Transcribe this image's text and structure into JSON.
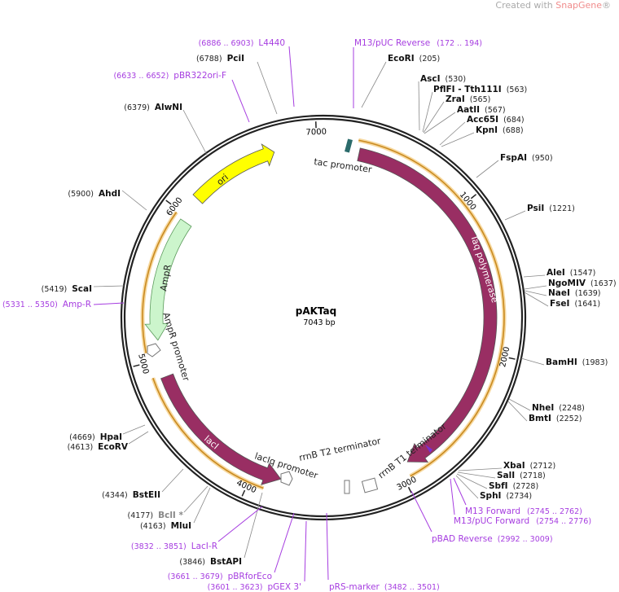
{
  "credit": {
    "prefix": "Created with ",
    "brand": "SnapGene",
    "suffix": "®"
  },
  "plasmid": {
    "name": "pAKTaq",
    "length_label": "7043 bp",
    "length": 7043
  },
  "ticks": [
    1000,
    2000,
    3000,
    4000,
    5000,
    6000,
    7000
  ],
  "features": [
    {
      "name": "Taq polymerase",
      "start": 240,
      "end": 2930,
      "dir": 1,
      "color": "#992e63",
      "kind": "cds"
    },
    {
      "name": "lacI",
      "start": 3810,
      "end": 4880,
      "dir": -1,
      "color": "#992e63",
      "kind": "cds"
    },
    {
      "name": "AmpR",
      "start": 5130,
      "end": 5960,
      "dir": -1,
      "color": "#ccf5cc",
      "kind": "cds"
    },
    {
      "name": "ori",
      "start": 6130,
      "end": 6720,
      "dir": 1,
      "color": "#ffff00",
      "kind": "ori"
    }
  ],
  "feature_labels": {
    "taq": "Taq polymerase",
    "laci": "lacI",
    "ampr": "AmpR",
    "ori": "ori",
    "tac": "tac promoter",
    "ampr_promoter": "AmpR promoter",
    "laciq": "lacIq promoter",
    "rrnb_t2": "rrnB T2 terminator",
    "rrnb_t1": "rrnB T1 terminator"
  },
  "orange_arcs": [
    {
      "start": 220,
      "end": 2960
    },
    {
      "start": 3900,
      "end": 4900
    },
    {
      "start": 5060,
      "end": 5980
    }
  ],
  "enzymes": [
    {
      "name": "EcoRI",
      "pos": "(205)"
    },
    {
      "name": "AscI",
      "pos": "(530)"
    },
    {
      "name": "PflFI - Tth111I",
      "pos": "(563)"
    },
    {
      "name": "ZraI",
      "pos": "(565)"
    },
    {
      "name": "AatII",
      "pos": "(567)"
    },
    {
      "name": "Acc65I",
      "pos": "(684)"
    },
    {
      "name": "KpnI",
      "pos": "(688)"
    },
    {
      "name": "FspAI",
      "pos": "(950)"
    },
    {
      "name": "PsiI",
      "pos": "(1221)"
    },
    {
      "name": "AleI",
      "pos": "(1547)"
    },
    {
      "name": "NgoMIV",
      "pos": "(1637)"
    },
    {
      "name": "NaeI",
      "pos": "(1639)"
    },
    {
      "name": "FseI",
      "pos": "(1641)"
    },
    {
      "name": "BamHI",
      "pos": "(1983)"
    },
    {
      "name": "NheI",
      "pos": "(2248)"
    },
    {
      "name": "BmtI",
      "pos": "(2252)"
    },
    {
      "name": "XbaI",
      "pos": "(2712)"
    },
    {
      "name": "SalI",
      "pos": "(2718)"
    },
    {
      "name": "SbfI",
      "pos": "(2728)"
    },
    {
      "name": "SphI",
      "pos": "(2734)"
    },
    {
      "name": "MluI",
      "pos": "(4163)"
    },
    {
      "name": "BclI *",
      "pos": "(4177)"
    },
    {
      "name": "BstEII",
      "pos": "(4344)"
    },
    {
      "name": "EcoRV",
      "pos": "(4613)"
    },
    {
      "name": "HpaI",
      "pos": "(4669)"
    },
    {
      "name": "ScaI",
      "pos": "(5419)"
    },
    {
      "name": "AhdI",
      "pos": "(5900)"
    },
    {
      "name": "AlwNI",
      "pos": "(6379)"
    },
    {
      "name": "PciI",
      "pos": "(6788)"
    },
    {
      "name": "BstAPI",
      "pos": "(3846)"
    }
  ],
  "primers": [
    {
      "name": "M13/pUC Reverse",
      "pos": "(172 .. 194)"
    },
    {
      "name": "M13 Forward",
      "pos": "(2745 .. 2762)"
    },
    {
      "name": "M13/pUC Forward",
      "pos": "(2754 .. 2776)"
    },
    {
      "name": "pBAD Reverse",
      "pos": "(2992 .. 3009)"
    },
    {
      "name": "pRS-marker",
      "pos": "(3482 .. 3501)"
    },
    {
      "name": "pGEX 3'",
      "pos": "(3601 .. 3623)"
    },
    {
      "name": "pBRforEco",
      "pos": "(3661 .. 3679)"
    },
    {
      "name": "LacI-R",
      "pos": "(3832 .. 3851)"
    },
    {
      "name": "Amp-R",
      "pos": "(5331 .. 5350)"
    },
    {
      "name": "pBR322ori-F",
      "pos": "(6633 .. 6652)"
    },
    {
      "name": "L4440",
      "pos": "(6886 .. 6903)"
    }
  ]
}
